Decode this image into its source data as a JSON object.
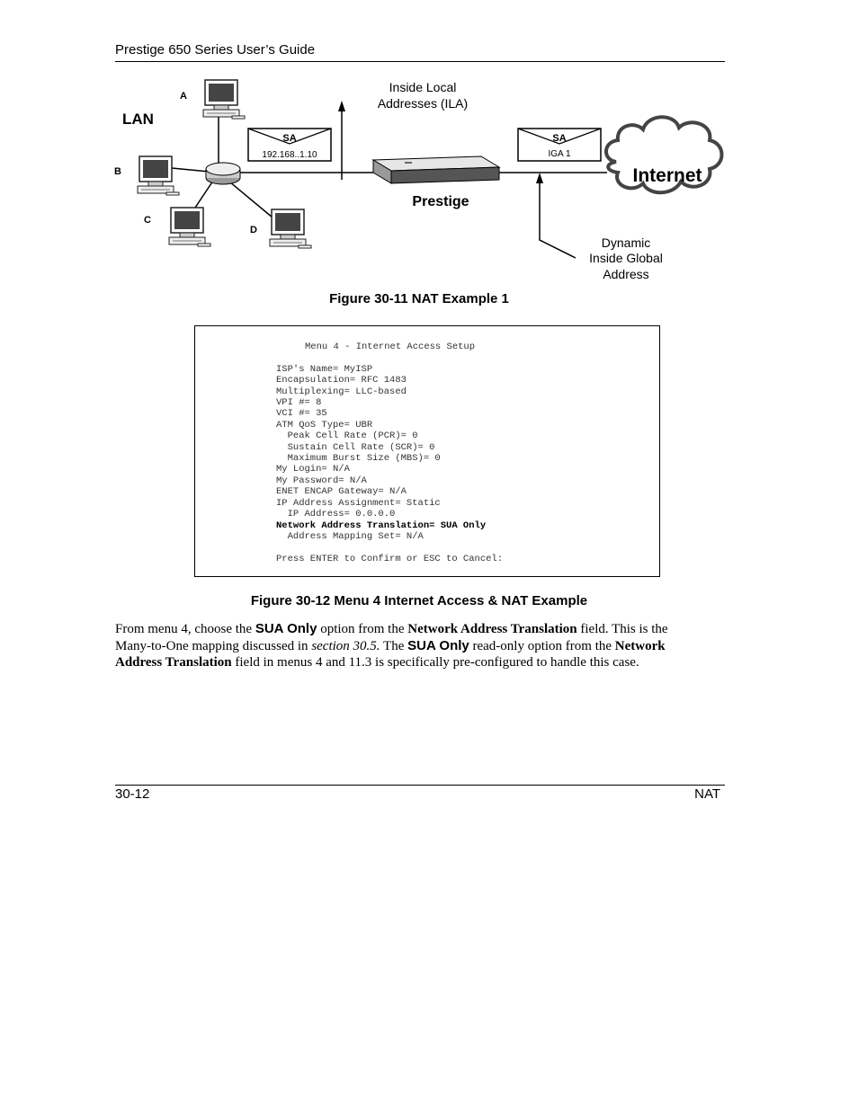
{
  "header": {
    "title": "Prestige 650 Series User’s Guide"
  },
  "diagram": {
    "lan_label": "LAN",
    "pc_labels": [
      "A",
      "B",
      "C",
      "D"
    ],
    "packet_left": {
      "title": "SA",
      "addr": "192.168..1.10"
    },
    "packet_right": {
      "title": "SA",
      "addr": "IGA 1"
    },
    "ila_label": [
      "Inside Local",
      "Addresses (ILA)"
    ],
    "device_label": "Prestige",
    "internet_label": "Internet",
    "iga_label": [
      "Dynamic",
      "Inside Global",
      "Address"
    ]
  },
  "figure1_caption": "Figure 30-11 NAT Example 1",
  "menu": {
    "title": "Menu 4 - Internet Access Setup",
    "lines": [
      "ISP's Name= MyISP",
      "Encapsulation= RFC 1483",
      "Multiplexing= LLC-based",
      "VPI #= 8",
      "VCI #= 35",
      "ATM QoS Type= UBR",
      "  Peak Cell Rate (PCR)= 0",
      "  Sustain Cell Rate (SCR)= 0",
      "  Maximum Burst Size (MBS)= 0",
      "My Login= N/A",
      "My Password= N/A",
      "ENET ENCAP Gateway= N/A",
      "IP Address Assignment= Static",
      "  IP Address= 0.0.0.0"
    ],
    "nat_line": "Network Address Translation= SUA Only",
    "mapping_line": "  Address Mapping Set= N/A",
    "prompt": "Press ENTER to Confirm or ESC to Cancel:"
  },
  "figure2_caption": "Figure 30-12 Menu 4 Internet Access & NAT Example",
  "paragraph": {
    "t1": "From menu 4, choose the ",
    "b1": "SUA Only",
    "t2": " option from the ",
    "b2": "Network Address Translation",
    "t3": " field. This is the Many-to-One mapping discussed in ",
    "i1": "section 30.5.",
    "t4": " The ",
    "b3": "SUA Only",
    "t5": " read-only option from the ",
    "b4": "Network Address Translation",
    "t6": " field in menus 4 and 11.3 is specifically pre-configured to handle this case."
  },
  "footer": {
    "page": "30-12",
    "chapter": "NAT"
  }
}
